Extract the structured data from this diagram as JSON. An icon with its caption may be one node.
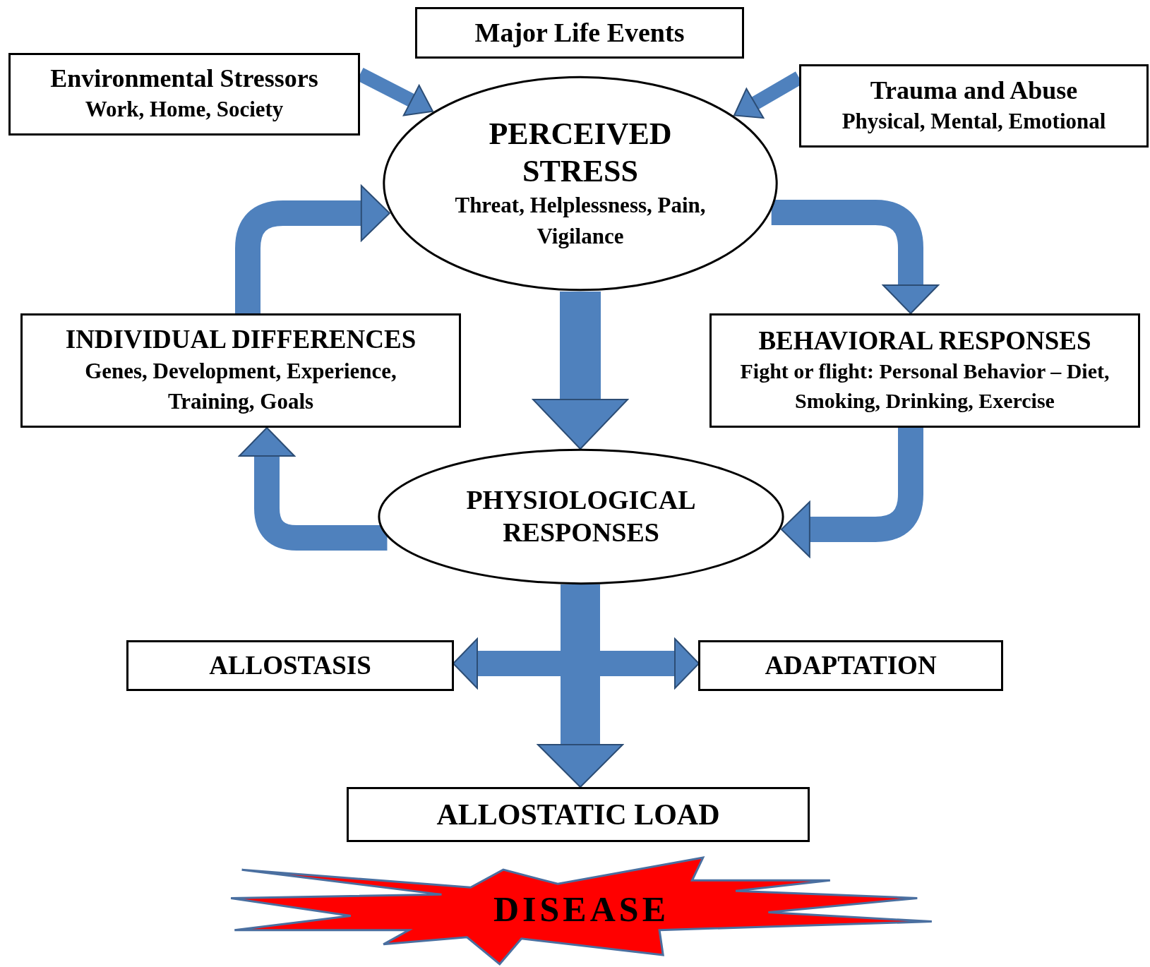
{
  "diagram": {
    "nodes": [
      {
        "text": [
          "Major Life Events"
        ]
      },
      {
        "text": [
          "Environmental Stressors",
          "Work, Home, Society"
        ]
      },
      {
        "text": [
          "Trauma and Abuse",
          "Physical, Mental, Emotional"
        ]
      },
      {
        "text": [
          "PERCEIVED STRESS",
          "Threat, Helplessness, Pain, Vigilance"
        ]
      },
      {
        "text": [
          "INDIVIDUAL DIFFERENCES",
          "Genes, Development, Experience, Training, Goals"
        ]
      },
      {
        "text": [
          "BEHAVIORAL RESPONSES",
          "Fight or flight: Personal Behavior – Diet, Smoking, Drinking, Exercise"
        ]
      },
      {
        "text": [
          "PHYSIOLOGICAL RESPONSES"
        ]
      },
      {
        "text": [
          "ALLOSTASIS"
        ]
      },
      {
        "text": [
          "ADAPTATION"
        ]
      },
      {
        "text": [
          "ALLOSTATIC LOAD"
        ]
      },
      {
        "text": [
          "DISEASE"
        ]
      }
    ],
    "edges": [
      {
        "from": 1,
        "to": 3,
        "arrow": "to"
      },
      {
        "from": 2,
        "to": 3,
        "arrow": "to"
      },
      {
        "from": 3,
        "to": 5,
        "arrow": "to"
      },
      {
        "from": 3,
        "to": 6,
        "arrow": "to"
      },
      {
        "from": 5,
        "to": 6,
        "arrow": "to"
      },
      {
        "from": 6,
        "to": 4,
        "arrow": "to"
      },
      {
        "from": 4,
        "to": 3,
        "arrow": "to"
      },
      {
        "from": 6,
        "to": 7,
        "arrow": "to"
      },
      {
        "from": 6,
        "to": 8,
        "arrow": "to"
      },
      {
        "from": 6,
        "to": 9,
        "arrow": "to"
      }
    ]
  }
}
